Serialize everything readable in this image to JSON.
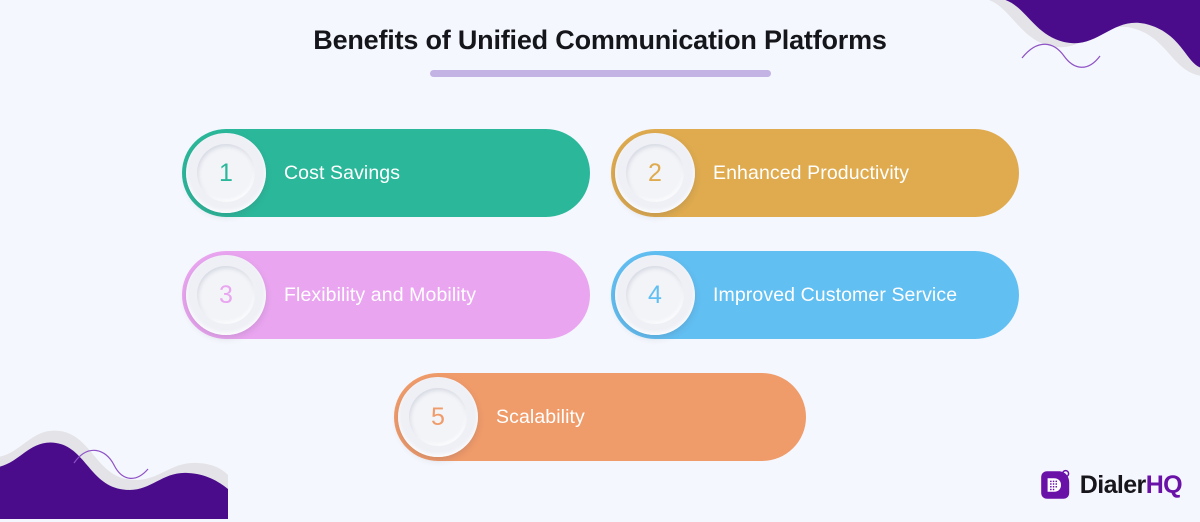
{
  "page": {
    "background_color": "#f4f7fd",
    "title": "Benefits of Unified Communication Platforms",
    "underline_color": "#c3b2e4"
  },
  "decoration": {
    "blob_color": "#4b0c8c",
    "blob_shadow_color": "#e3e3e8",
    "squiggle_color": "#8e52c6",
    "top_right_name": "purple-wave-blob-top-right",
    "bottom_left_name": "purple-wave-blob-bottom-left"
  },
  "cards": [
    {
      "number": "1",
      "label": "Cost Savings",
      "color": "#2bb89a",
      "text_color": "#ffffff"
    },
    {
      "number": "2",
      "label": "Enhanced Productivity",
      "color": "#dfab4e",
      "text_color": "#ffffff"
    },
    {
      "number": "3",
      "label": "Flexibility and Mobility",
      "color": "#eaa5f0",
      "text_color": "#ffffff"
    },
    {
      "number": "4",
      "label": "Improved Customer Service",
      "color": "#62bff2",
      "text_color": "#ffffff"
    },
    {
      "number": "5",
      "label": "Scalability",
      "color": "#f09b6a",
      "text_color": "#ffffff"
    }
  ],
  "logo": {
    "mark_name": "dialerhq-logo-mark",
    "mark_color": "#6a11a8",
    "text_primary": "Dialer",
    "text_accent": "HQ",
    "text_primary_color": "#17161c",
    "text_accent_color": "#6a11a8"
  }
}
